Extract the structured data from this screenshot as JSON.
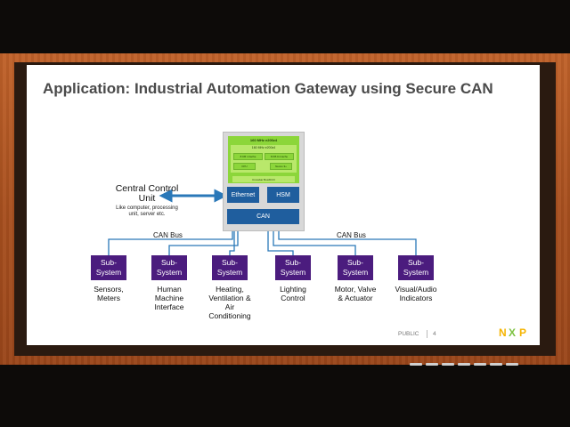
{
  "slide": {
    "title": "Application: Industrial Automation Gateway using Secure CAN"
  },
  "central_control": {
    "title_line1": "Central Control",
    "title_line2": "Unit",
    "subtitle_line1": "Like computer, processing",
    "subtitle_line2": "unit, server etc."
  },
  "chip": {
    "top_label": "160 MHz e200z4",
    "core_label": "160 MHz e200z4",
    "cells": [
      "8 KB I-Cache",
      "8 KB D-Cache",
      "FPU",
      "Nexus 3+"
    ],
    "bus_label": "Crossbar Bus/DCO",
    "ethernet": "Ethernet",
    "hsm": "HSM",
    "can": "CAN"
  },
  "bus_labels": {
    "left": "CAN Bus",
    "right": "CAN Bus"
  },
  "subsystems": [
    {
      "box_line1": "Sub-",
      "box_line2": "System",
      "label": [
        "Sensors,",
        "Meters"
      ]
    },
    {
      "box_line1": "Sub-",
      "box_line2": "System",
      "label": [
        "Human",
        "Machine",
        "Interface"
      ]
    },
    {
      "box_line1": "Sub-",
      "box_line2": "System",
      "label": [
        "Heating,",
        "Ventilation &",
        "Air",
        "Conditioning"
      ]
    },
    {
      "box_line1": "Sub-",
      "box_line2": "System",
      "label": [
        "Lighting",
        "Control"
      ]
    },
    {
      "box_line1": "Sub-",
      "box_line2": "System",
      "label": [
        "Motor, Valve",
        "& Actuator"
      ]
    },
    {
      "box_line1": "Sub-",
      "box_line2": "System",
      "label": [
        "Visual/Audio",
        "Indicators"
      ]
    }
  ],
  "footer": {
    "classification": "PUBLIC",
    "page": "4",
    "logo": "NXP"
  },
  "colors": {
    "frame": "#b0561f",
    "chip_green": "#8cd63a",
    "block_blue": "#1f5e9e",
    "subsystem_purple": "#4b1c7e",
    "connector_blue": "#2a78b8",
    "logo_n": "#f5b400",
    "logo_x": "#7dc242",
    "logo_p": "#f5b400"
  }
}
